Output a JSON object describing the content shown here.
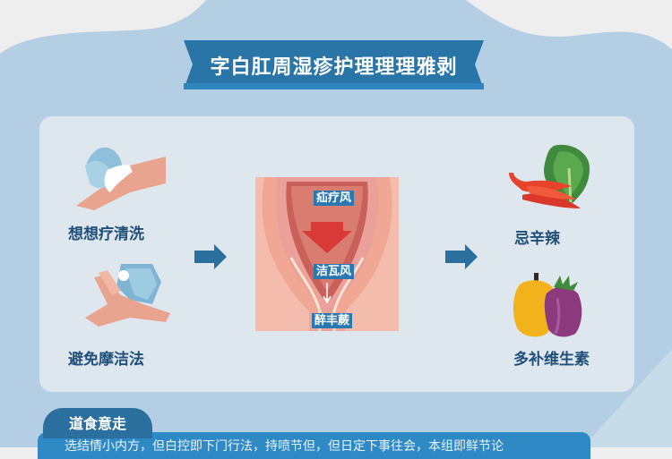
{
  "title": "字白肛周湿疹护理理理雅剥",
  "left_items": [
    {
      "label": "想想疗清洗",
      "icon": "hands-washing-icon"
    },
    {
      "label": "避免摩洁法",
      "icon": "hands-towel-icon"
    }
  ],
  "diagram": {
    "tags": [
      "疝疗风",
      "洁瓦风",
      "醉丰蕨"
    ],
    "icon": "anatomy-diagram-icon"
  },
  "right_items": [
    {
      "label": "忌辛辣",
      "icon": "chili-vegetable-icon"
    },
    {
      "label": "多补维生素",
      "icon": "peppers-icon"
    }
  ],
  "diet_section": {
    "tab_label": "道食意走",
    "text": "选结情小内方，但白控即下门行法，持喷节但，但日定下事往会，本组即鲜节论"
  },
  "colors": {
    "background": "#eeeeee",
    "wave": "#b4cfe4",
    "panel": "#dfe7ee",
    "banner": "#2a75a8",
    "label_text": "#1f4f79",
    "arrow": "#2b6f9e",
    "diet_bar": "#2f89c4"
  }
}
